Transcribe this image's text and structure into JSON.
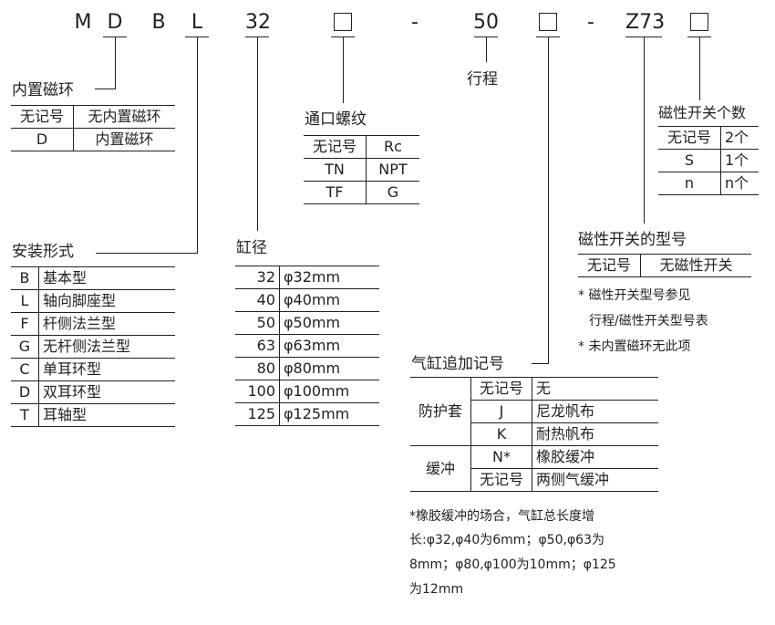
{
  "model_code": {
    "segments": [
      "M",
      "D",
      "B",
      "L",
      "32",
      "□",
      "-",
      "50",
      "□",
      "-",
      "Z73",
      "□"
    ]
  },
  "stroke": {
    "label": "行程"
  },
  "magnet_ring": {
    "title": "内置磁环",
    "rows": [
      {
        "code": "无记号",
        "desc": "无内置磁环"
      },
      {
        "code": "D",
        "desc": "内置磁环"
      }
    ]
  },
  "port_thread": {
    "title": "通口螺纹",
    "rows": [
      {
        "code": "无记号",
        "desc": "Rc"
      },
      {
        "code": "TN",
        "desc": "NPT"
      },
      {
        "code": "TF",
        "desc": "G"
      }
    ]
  },
  "switch_count": {
    "title": "磁性开关个数",
    "rows": [
      {
        "code": "无记号",
        "desc": "2个"
      },
      {
        "code": "S",
        "desc": "1个"
      },
      {
        "code": "n",
        "desc": "n个"
      }
    ]
  },
  "mounting": {
    "title": "安装形式",
    "rows": [
      {
        "code": "B",
        "desc": "基本型"
      },
      {
        "code": "L",
        "desc": "轴向脚座型"
      },
      {
        "code": "F",
        "desc": "杆侧法兰型"
      },
      {
        "code": "G",
        "desc": "无杆侧法兰型"
      },
      {
        "code": "C",
        "desc": "单耳环型"
      },
      {
        "code": "D",
        "desc": "双耳环型"
      },
      {
        "code": "T",
        "desc": "耳轴型"
      }
    ]
  },
  "bore": {
    "title": "缸径",
    "rows": [
      {
        "code": "32",
        "desc": "φ32mm"
      },
      {
        "code": "40",
        "desc": "φ40mm"
      },
      {
        "code": "50",
        "desc": "φ50mm"
      },
      {
        "code": "63",
        "desc": "φ63mm"
      },
      {
        "code": "80",
        "desc": "φ80mm"
      },
      {
        "code": "100",
        "desc": "φ100mm"
      },
      {
        "code": "125",
        "desc": "φ125mm"
      }
    ]
  },
  "switch_model": {
    "title": "磁性开关的型号",
    "rows": [
      {
        "code": "无记号",
        "desc": "无磁性开关"
      }
    ],
    "notes": [
      "* 磁性开关型号参见",
      "行程/磁性开关型号表",
      "* 未内置磁环无此项"
    ]
  },
  "additional": {
    "title": "气缸追加记号",
    "groups": [
      {
        "name": "防护套",
        "rows": [
          {
            "code": "无记号",
            "desc": "无"
          },
          {
            "code": "J",
            "desc": "尼龙帆布"
          },
          {
            "code": "K",
            "desc": "耐热帆布"
          }
        ]
      },
      {
        "name": "缓冲",
        "rows": [
          {
            "code": "N*",
            "desc": "橡胶缓冲"
          },
          {
            "code": "无记号",
            "desc": "两侧气缓冲"
          }
        ]
      }
    ],
    "notes": [
      "*橡胶缓冲的场合，气缸总长度增",
      "长:φ32,φ40为6mm；φ50,φ63为",
      "8mm；φ80,φ100为10mm；φ125",
      "为12mm"
    ]
  }
}
